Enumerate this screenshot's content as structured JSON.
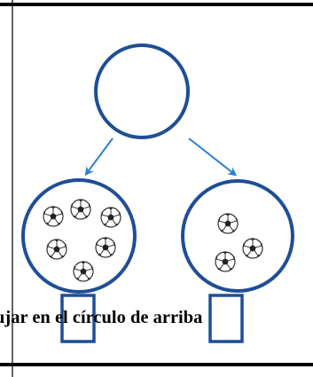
{
  "instruction_text": "ujar en el círculo de arriba",
  "diagram": {
    "kind": "number-bond",
    "top_circle_content": "",
    "left_circle_ball_count": 6,
    "right_circle_ball_count": 3,
    "left_answer_box_value": "",
    "right_answer_box_value": "",
    "ball_icon": "soccer-ball-icon"
  },
  "colors": {
    "circle_stroke": "#1f4e96",
    "arrow": "#2f7fd1",
    "frame_line": "#000000"
  }
}
